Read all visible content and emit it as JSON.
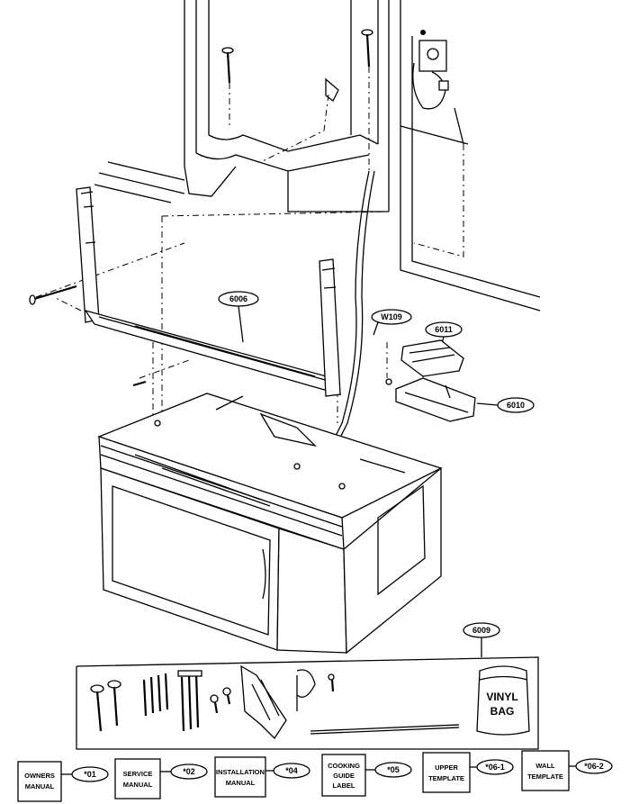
{
  "parts": {
    "p6006": "6006",
    "w109": "W109",
    "p6011": "6011",
    "p6010": "6010",
    "p6009": "6009"
  },
  "vinyl_bag": {
    "line1": "VINYL",
    "line2": "BAG"
  },
  "documents": [
    {
      "line1": "OWNERS",
      "line2": "MANUAL",
      "code": "*01"
    },
    {
      "line1": "SERVICE",
      "line2": "MANUAL",
      "code": "*02"
    },
    {
      "line1": "INSTALLATION",
      "line2": "MANUAL",
      "code": "*04"
    },
    {
      "line1": "COOKING",
      "line2": "GUIDE",
      "line3": "LABEL",
      "code": "*05"
    },
    {
      "line1": "UPPER",
      "line2": "TEMPLATE",
      "code": "*06-1"
    },
    {
      "line1": "WALL",
      "line2": "TEMPLATE",
      "code": "*06-2"
    }
  ]
}
